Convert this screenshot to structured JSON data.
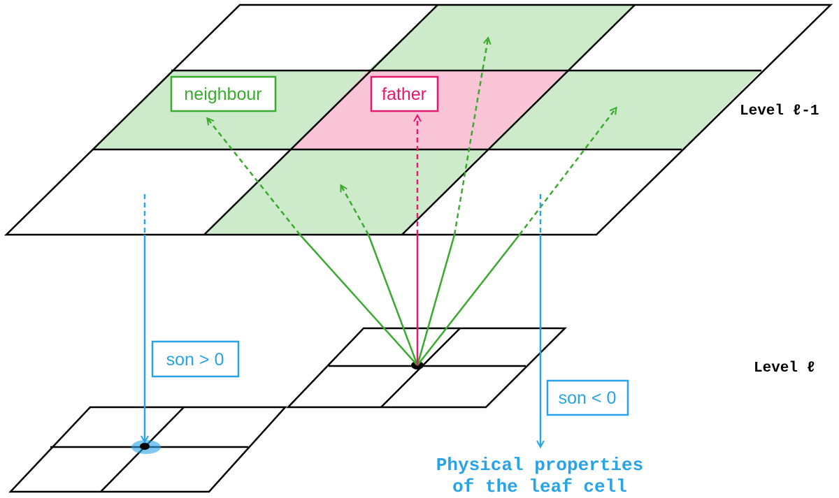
{
  "labels": {
    "neighbour": "neighbour",
    "father": "father",
    "son_pos": "son > 0",
    "son_neg": "son < 0",
    "level_upper": "Level ℓ-1",
    "level_lower": "Level ℓ",
    "physical_line1": "Physical properties",
    "physical_line2": "of the leaf cell"
  },
  "colors": {
    "green_fill": "#cdeacb",
    "pink_fill": "#f9c4d6",
    "green": "#3aaa2e",
    "pink": "#e6196e",
    "blue": "#29a3e8",
    "grid": "#000000"
  }
}
